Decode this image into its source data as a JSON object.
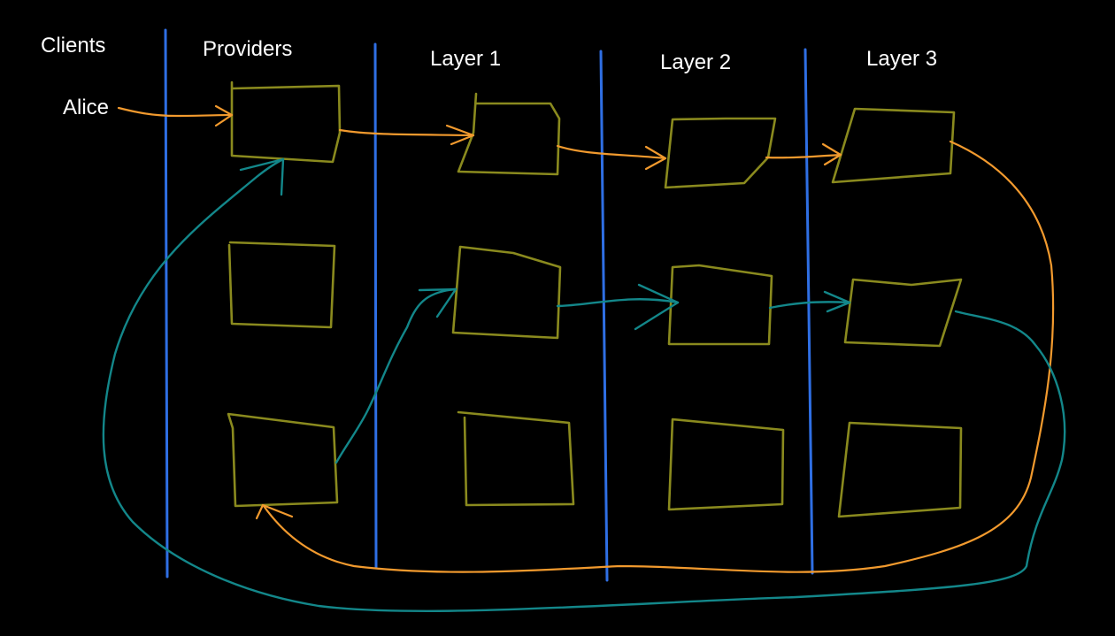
{
  "columns": {
    "clients": "Clients",
    "providers": "Providers",
    "layer1": "Layer 1",
    "layer2": "Layer 2",
    "layer3": "Layer 3"
  },
  "client_name": "Alice",
  "colors": {
    "background": "#000000",
    "divider": "#2f6fe4",
    "node": "#8a8a1e",
    "outbound_path": "#f29a2e",
    "return_path": "#13878a",
    "text": "#ffffff"
  }
}
